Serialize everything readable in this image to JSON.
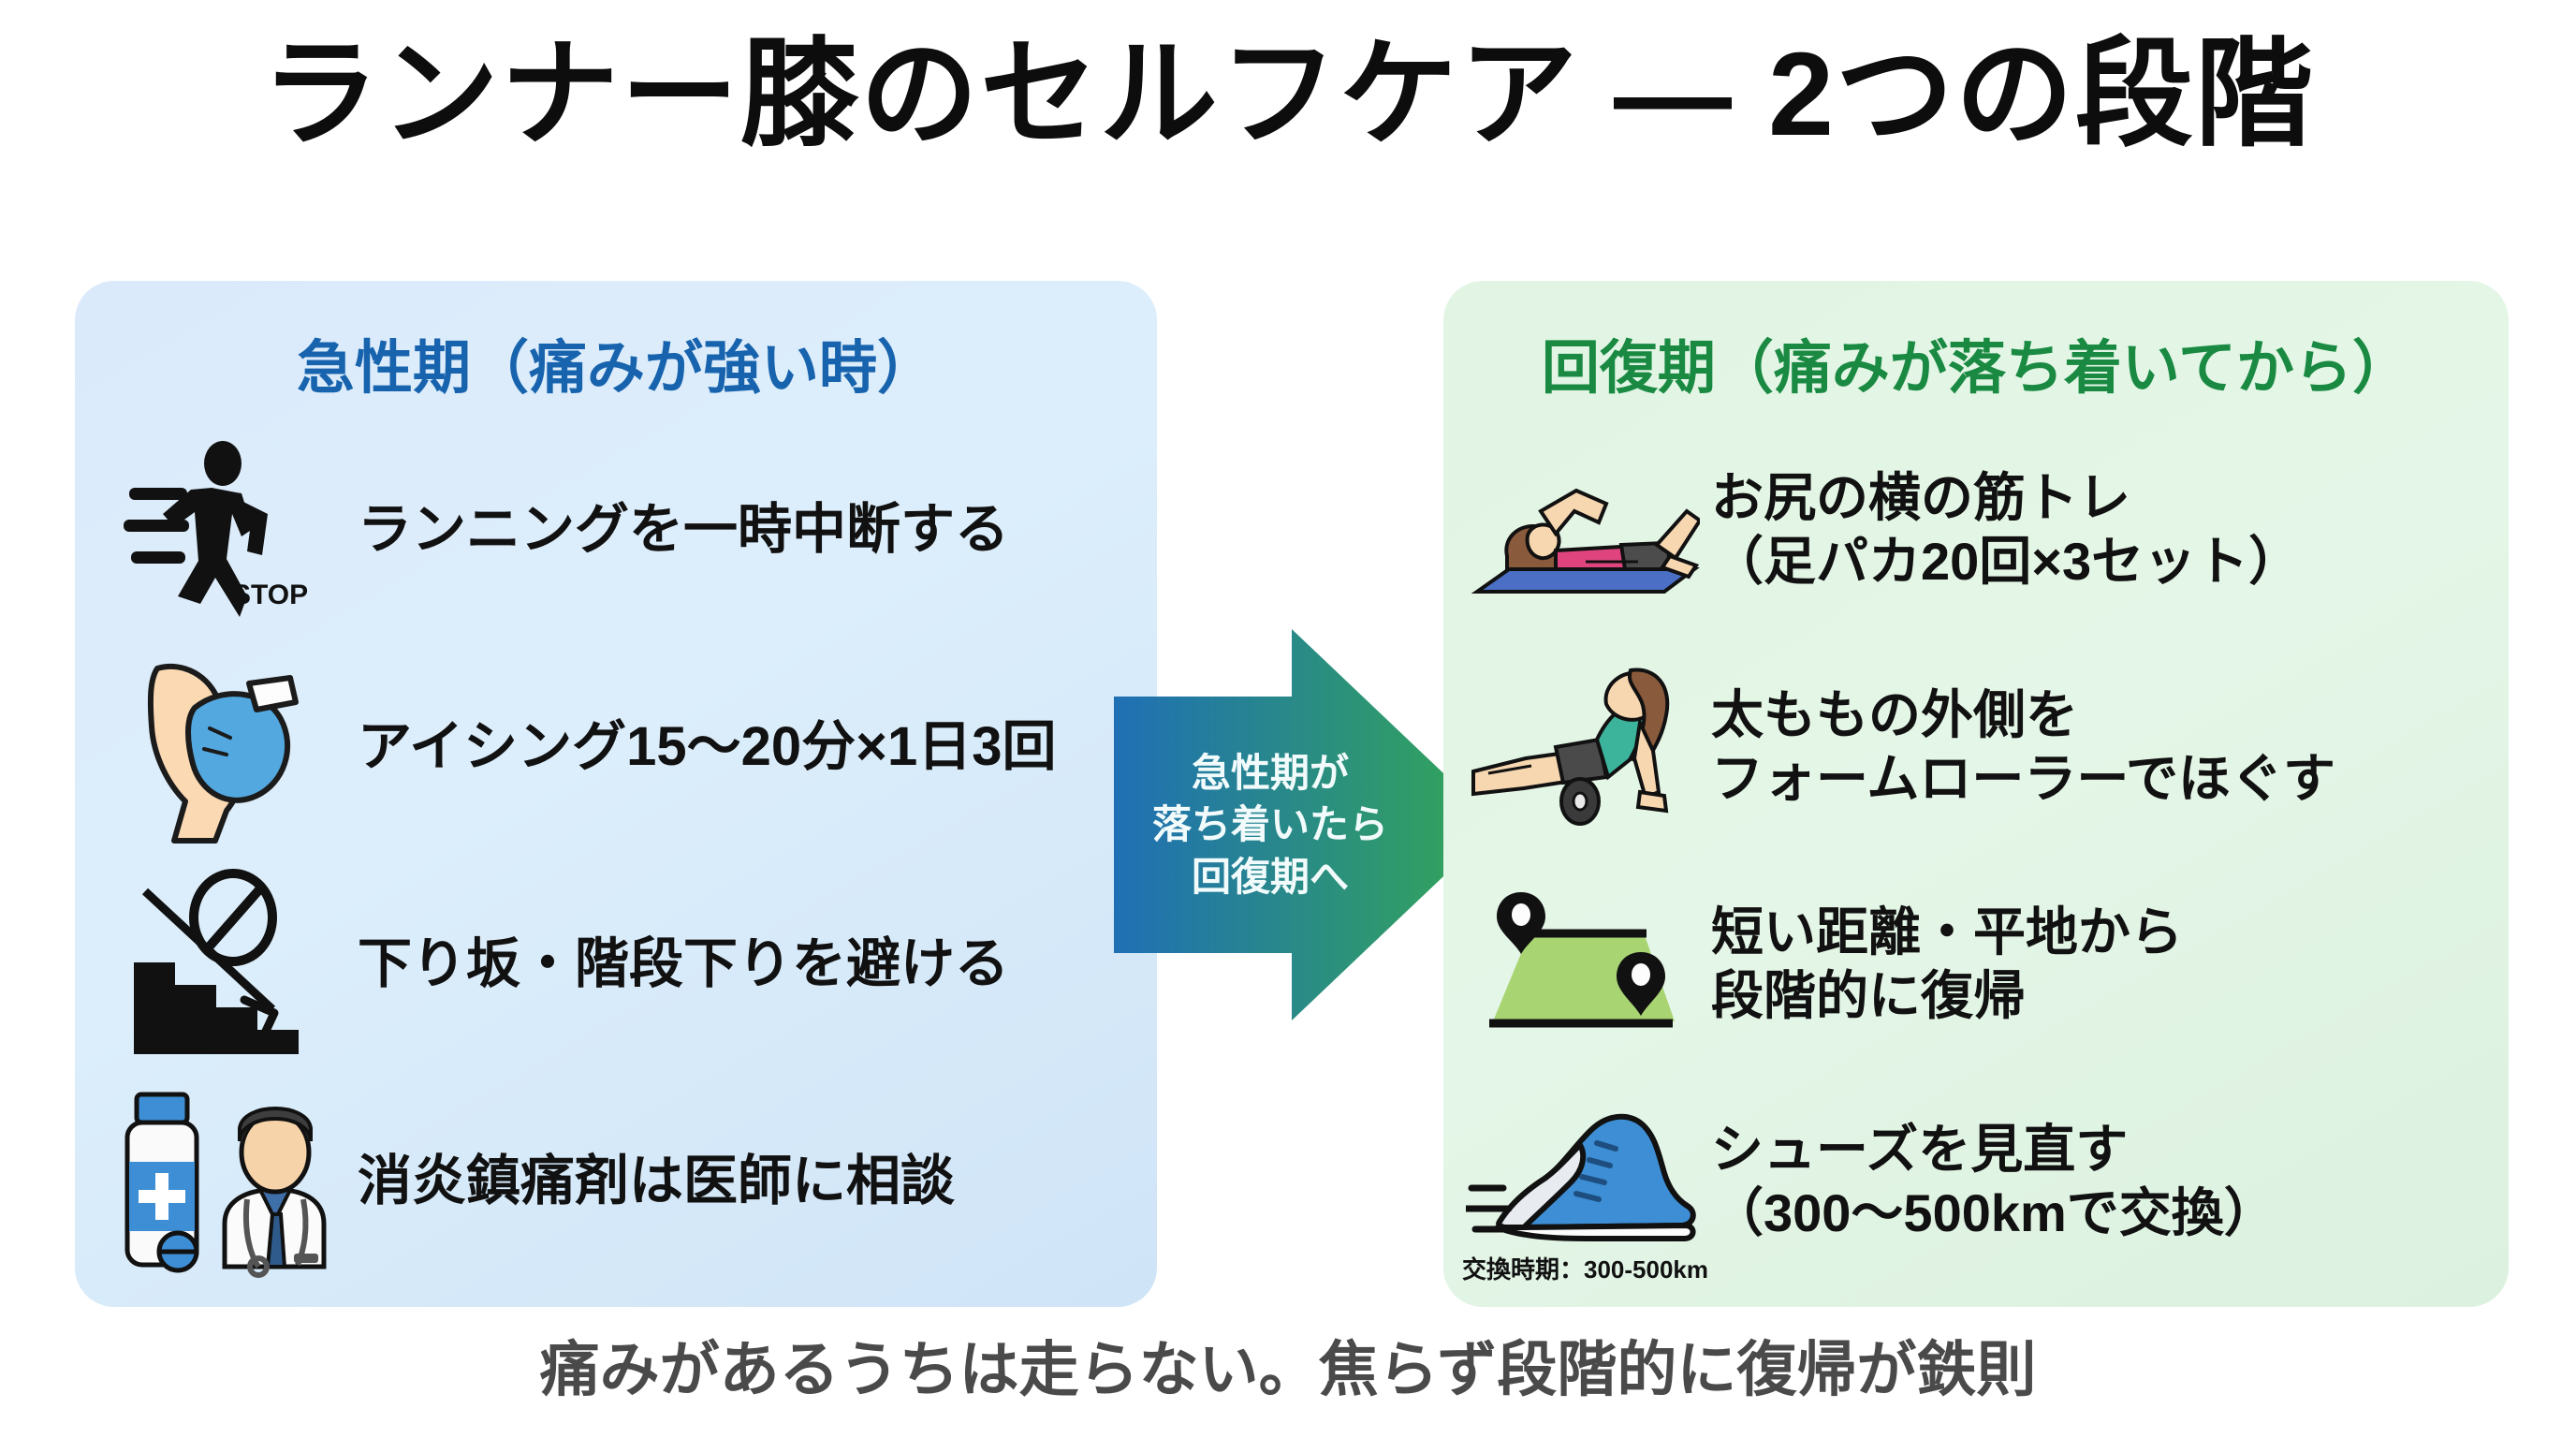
{
  "title": "ランナー膝のセルフケア ― 2つの段階",
  "panels": {
    "acute": {
      "heading": "急性期（痛みが強い時）",
      "accent_color": "#1763ad",
      "background_color": "#dbeafb",
      "items": [
        {
          "icon": "runner-stop-icon",
          "icon_label": "STOP",
          "text": "ランニングを一時中断する"
        },
        {
          "icon": "ice-pack-knee-icon",
          "text": "アイシング15〜20分×1日3回"
        },
        {
          "icon": "stairs-downhill-prohibited-icon",
          "text": "下り坂・階段下りを避ける"
        },
        {
          "icon": "medicine-doctor-icon",
          "text": "消炎鎮痛剤は医師に相談"
        }
      ]
    },
    "recovery": {
      "heading": "回復期（痛みが落ち着いてから）",
      "accent_color": "#1a8a43",
      "background_color": "#e2f5e4",
      "items": [
        {
          "icon": "side-lying-leg-raise-icon",
          "text": "お尻の横の筋トレ\n（足パカ20回×3セット）"
        },
        {
          "icon": "foam-roller-icon",
          "text": "太ももの外側を\nフォームローラーでほぐす"
        },
        {
          "icon": "route-map-pins-icon",
          "text": "短い距離・平地から\n段階的に復帰"
        },
        {
          "icon": "running-shoe-icon",
          "caption": "交換時期：300-500km",
          "text": "シューズを見直す\n（300〜500kmで交換）"
        }
      ]
    }
  },
  "arrow": {
    "name": "transition-arrow",
    "lines": [
      "急性期が",
      "落ち着いたら",
      "回復期へ"
    ],
    "gradient_from": "#1f6fb5",
    "gradient_to": "#34a853"
  },
  "footer": "痛みがあるうちは走らない。焦らず段階的に復帰が鉄則"
}
